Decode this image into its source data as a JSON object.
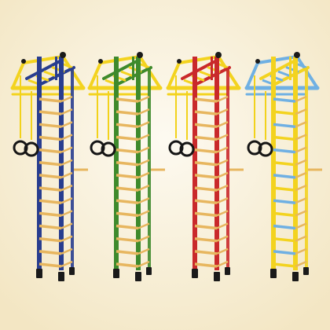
{
  "scene": {
    "background_top": "#fdfaf1",
    "background_bottom": "#f3e6c3",
    "rope_color": "#f2d21b",
    "ring_color": "#151515",
    "rung_wood": "#e7b65f",
    "foot_color": "#1a1a1a",
    "bar_yellow": "#f3d31f",
    "units": [
      {
        "name": "blue-yellow-wall-bars",
        "post_color": "#283d8f",
        "frame_color": "#f3d31f",
        "alt_rung_color": "#e7b65f"
      },
      {
        "name": "green-yellow-wall-bars",
        "post_color": "#3e8a2c",
        "frame_color": "#f3d31f",
        "alt_rung_color": "#e7b65f"
      },
      {
        "name": "red-yellow-wall-bars",
        "post_color": "#c9292b",
        "frame_color": "#f3d31f",
        "alt_rung_color": "#e7b65f"
      },
      {
        "name": "lightblue-yellow-wall-bars",
        "post_color": "#f3d31f",
        "frame_color": "#6fb0e3",
        "alt_rung_color": "#6fb0e3"
      }
    ]
  }
}
